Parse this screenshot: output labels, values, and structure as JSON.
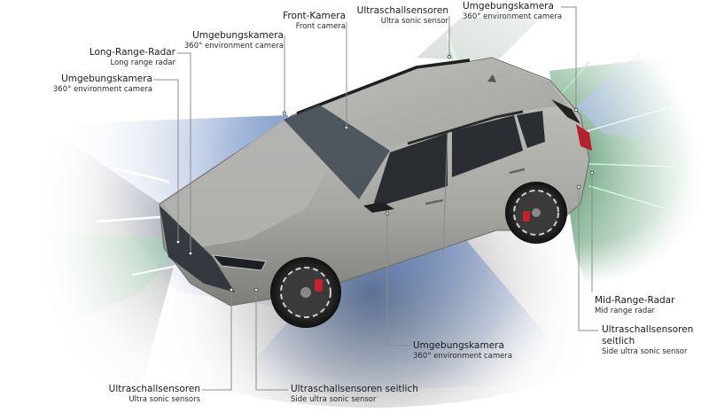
{
  "diagram": {
    "title": "",
    "subject": "SUV with driver-assistance sensor coverage zones",
    "colors": {
      "background": "#ffffff",
      "car_body": "#a9a9a6",
      "camera_beam_blue": "#6f8fc4",
      "ultrasonic_beam_green": "#3f8a58",
      "green_ray": "#6fe08c",
      "leader_line": "#8c8c8c",
      "label_text": "#1a1a1a",
      "brake_caliper": "#c8202a",
      "tail_light": "#b5222b"
    },
    "labels": [
      {
        "id": "front_camera",
        "de": "Front-Kamera",
        "en": "Front camera"
      },
      {
        "id": "ultrasonic_roof",
        "de": "Ultraschallsensoren",
        "en": "Ultra sonic sensor"
      },
      {
        "id": "env_camera_rear",
        "de": "Umgebungskamera",
        "en": "360° environment camera"
      },
      {
        "id": "env_camera_windshield",
        "de": "Umgebungskamera",
        "en": "360° environment camera"
      },
      {
        "id": "long_range_radar",
        "de": "Long-Range-Radar",
        "en": "Long range radar"
      },
      {
        "id": "env_camera_front",
        "de": "Umgebungskamera",
        "en": "360° environment camera"
      },
      {
        "id": "mid_range_radar",
        "de": "Mid-Range-Radar",
        "en": "Mid range radar"
      },
      {
        "id": "ultrasonic_side_rear",
        "de": "Ultraschallsensoren seitlich",
        "en": "Side ultra sonic sensor"
      },
      {
        "id": "env_camera_mirror",
        "de": "Umgebungskamera",
        "en": "360° environment camera"
      },
      {
        "id": "ultrasonic_front",
        "de": "Ultraschallsensoren",
        "en": "Ultra sonic sensors"
      },
      {
        "id": "ultrasonic_side_front",
        "de": "Ultraschallsensoren seitlich",
        "en": "Side ultra sonic sensor"
      }
    ]
  }
}
